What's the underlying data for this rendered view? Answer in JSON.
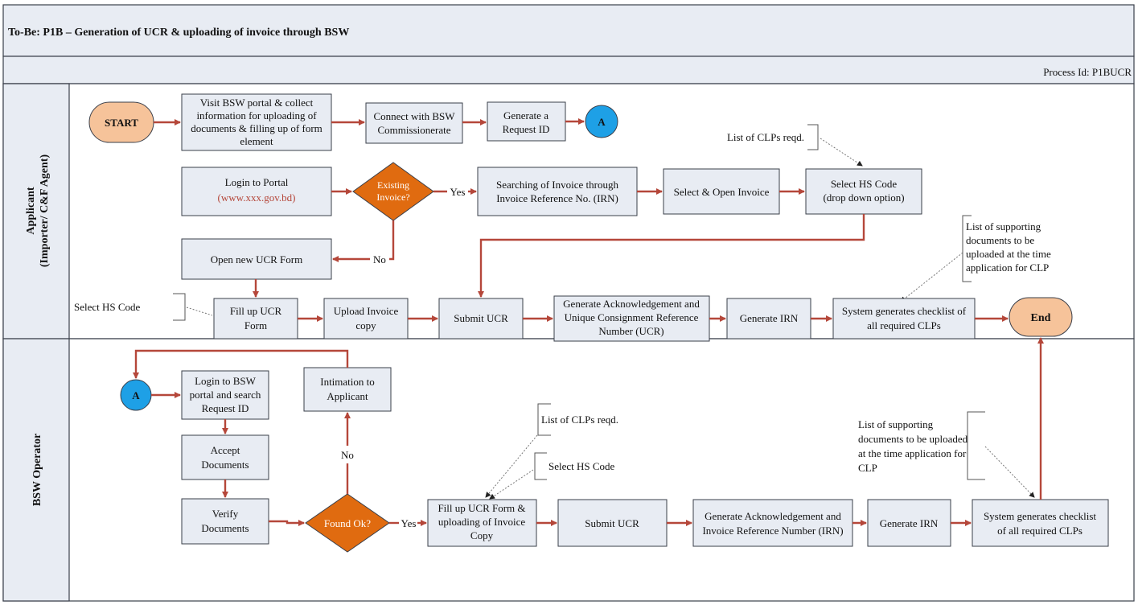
{
  "header": {
    "title": "To-Be: P1B – Generation of UCR & uploading of invoice through BSW",
    "process_id": "Process Id: P1BUCR"
  },
  "lanes": {
    "applicant": [
      "Applicant",
      "(Importer/ C&F Agent)"
    ],
    "operator": "BSW Operator"
  },
  "applicant": {
    "start": "START",
    "visit_portal": [
      "Visit BSW portal & collect",
      "information for uploading of",
      "documents & filling up of form",
      "element"
    ],
    "connect_bsw": [
      "Connect with BSW",
      "Commissionerate"
    ],
    "generate_request": [
      "Generate a",
      "Request ID"
    ],
    "connector_a": "A",
    "login_portal": "Login to Portal",
    "portal_url": "(www.xxx.gov.bd)",
    "existing_invoice": [
      "Existing",
      "Invoice?"
    ],
    "yes": "Yes",
    "no": "No",
    "search_invoice": [
      "Searching of  Invoice through",
      "Invoice Reference No. (IRN)"
    ],
    "select_open": "Select & Open Invoice",
    "select_hs": [
      "Select HS Code",
      "(drop down option)"
    ],
    "clps_note": "List of CLPs reqd.",
    "supporting_note": [
      "List of supporting",
      "documents to be",
      "uploaded at the time",
      "application for CLP"
    ],
    "open_ucr": "Open new UCR Form",
    "hs_code_note": "Select HS Code",
    "fill_ucr": [
      "Fill up UCR",
      "Form"
    ],
    "upload_invoice": [
      "Upload Invoice",
      "copy"
    ],
    "submit_ucr": "Submit UCR",
    "generate_ack": [
      "Generate Acknowledgement and",
      "Unique Consignment Reference",
      "Number (UCR)"
    ],
    "generate_irn": "Generate IRN",
    "checklist": [
      "System generates checklist of",
      "all required CLPs"
    ],
    "end": "End"
  },
  "operator": {
    "connector_a": "A",
    "login_bsw": [
      "Login to BSW",
      "portal and search",
      "Request ID"
    ],
    "intimation": [
      "Intimation to",
      "Applicant"
    ],
    "accept_docs": [
      "Accept",
      "Documents"
    ],
    "verify_docs": [
      "Verify",
      "Documents"
    ],
    "found_ok": "Found Ok?",
    "yes": "Yes",
    "no": "No",
    "clps_note": "List of CLPs reqd.",
    "hs_note": "Select HS Code",
    "fill_upload": [
      "Fill up UCR Form &",
      "uploading of Invoice",
      "Copy"
    ],
    "submit_ucr": "Submit UCR",
    "generate_ack": [
      "Generate Acknowledgement and",
      "Invoice Reference Number (IRN)"
    ],
    "generate_irn": "Generate IRN",
    "supporting_note": [
      "List of supporting",
      "documents to be uploaded",
      "at the time application for",
      "CLP"
    ],
    "checklist": [
      "System generates checklist",
      "of all required CLPs"
    ]
  },
  "colors": {
    "box_fill": "#e8ecf3",
    "header_fill": "#e8ecf3",
    "connector": "#b5473a",
    "terminal": "#f6c39a",
    "decision": "#e06b10",
    "circle_connector": "#1ea0e6"
  }
}
